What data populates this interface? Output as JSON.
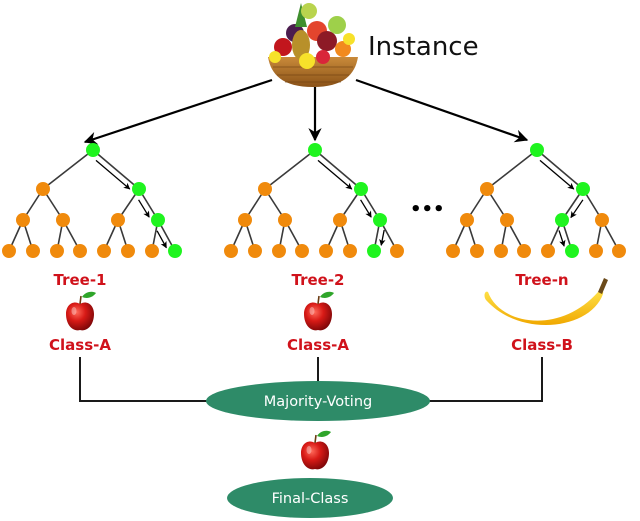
{
  "title": "Instance",
  "ellipsis": "•••",
  "colors": {
    "node_default": "#f08a0c",
    "node_path": "#1ff41f",
    "edge": "#3a3a3a",
    "label": "#d0121b",
    "oval": "#2e8b68",
    "oval_text": "#ffffff"
  },
  "trees": [
    {
      "name": "Tree-1",
      "prediction": "Class-A",
      "fruit": "apple-icon",
      "path": [
        "R",
        "R",
        "R"
      ]
    },
    {
      "name": "Tree-2",
      "prediction": "Class-A",
      "fruit": "apple-icon",
      "path": [
        "R",
        "R",
        "L"
      ]
    },
    {
      "name": "Tree-n",
      "prediction": "Class-B",
      "fruit": "banana-icon",
      "path": [
        "R",
        "L",
        "R"
      ]
    }
  ],
  "aggregation": {
    "label": "Majority-Voting"
  },
  "result": {
    "fruit": "apple-icon",
    "label": "Final-Class"
  }
}
